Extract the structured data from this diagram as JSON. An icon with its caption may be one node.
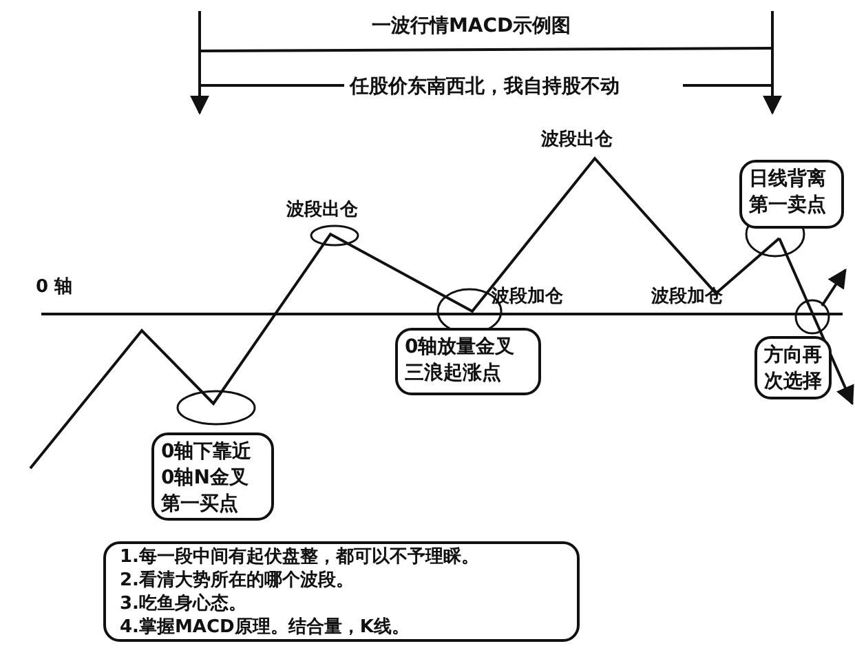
{
  "diagram": {
    "title": "一波行情MACD示例图",
    "nodes": [
      {
        "text": [
          "日线背离第一卖点"
        ]
      },
      {
        "text": [
          "0轴放量金叉三浪起涨点"
        ]
      },
      {
        "text": [
          "方向再次选择"
        ]
      },
      {
        "text": [
          "0轴下靠近0轴N金叉第一买点"
        ]
      },
      {
        "text": [
          "1.每一段中间有起伏盘整，都可以不予理睬。",
          "2.看清大势所在的哪个波段。",
          "3.吃鱼身心态。",
          "4.掌握MACD原理。结合量，K线。"
        ]
      }
    ],
    "labels": [
      "任股价东南西北，我自持股不动",
      "波段出仓",
      "0 轴",
      "波段出仓",
      "波段加仓",
      "波段加仓"
    ]
  }
}
